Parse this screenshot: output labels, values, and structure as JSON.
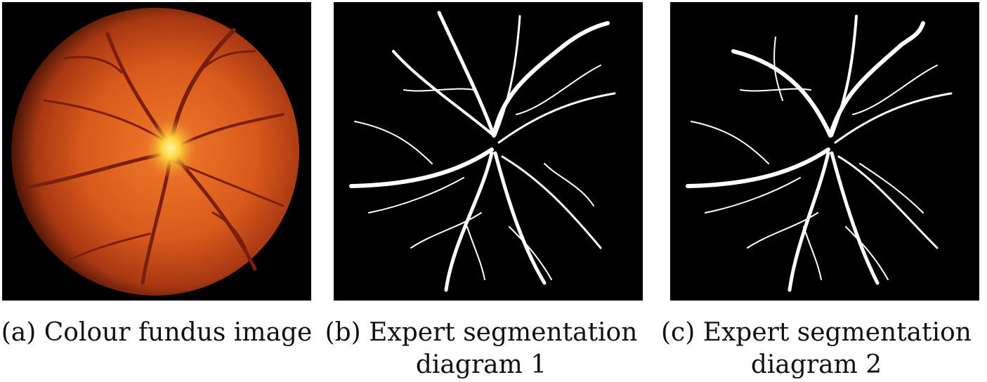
{
  "panels": [
    {
      "caption": "(a) Colour fundus image",
      "content": "retinal-fundus-photo"
    },
    {
      "caption": "(b) Expert segmentation diagram 1",
      "content": "vessel-segmentation"
    },
    {
      "caption": "(c) Expert segmentation diagram 2",
      "content": "vessel-segmentation"
    }
  ],
  "colors": {
    "frame_background": "#000000",
    "fundus_core": "#e0641e",
    "fundus_edge": "#5a1a08",
    "optic_disc": "#ffd23c",
    "vessel_fundus": "#7a1e10",
    "vessel_segmentation": "#ffffff"
  }
}
